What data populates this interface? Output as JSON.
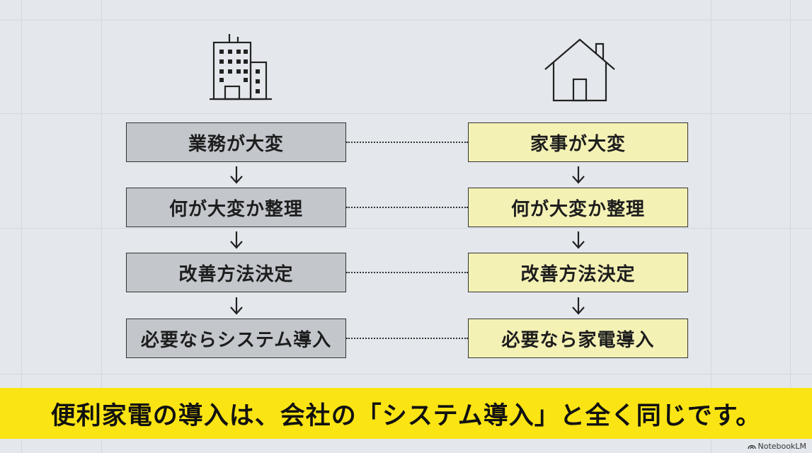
{
  "left_flow": {
    "steps": [
      "業務が大変",
      "何が大変か整理",
      "改善方法決定",
      "必要ならシステム導入"
    ]
  },
  "right_flow": {
    "steps": [
      "家事が大変",
      "何が大変か整理",
      "改善方法決定",
      "必要なら家電導入"
    ]
  },
  "banner": {
    "text": "便利家電の導入は、会社の「システム導入」と全く同じです。"
  },
  "watermark": {
    "label": "NotebookLM"
  },
  "colors": {
    "left_box": "#c3c7cc",
    "right_box": "#f4f1b5",
    "banner": "#fbe414",
    "background": "#e4e8ed"
  },
  "icons": {
    "left": "office-building-icon",
    "right": "house-icon"
  }
}
